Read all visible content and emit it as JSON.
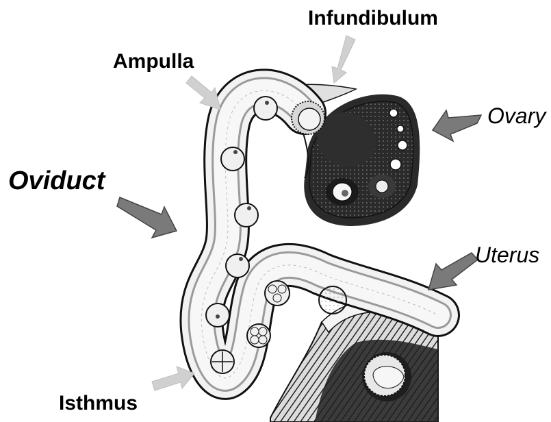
{
  "labels": {
    "infundibulum": "Infundibulum",
    "ampulla": "Ampulla",
    "ovary": "Ovary",
    "oviduct": "Oviduct",
    "uterus": "Uterus",
    "isthmus": "Isthmus"
  },
  "colors": {
    "light_arrow": "#d0d0d0",
    "dark_arrow": "#7a7a7a",
    "ink": "#111111",
    "tissue_fill": "#f1f1f1",
    "ovary_fill": "#e6e6e6"
  },
  "icons": {
    "arrow": "arrow-icon",
    "egg_cell": "egg-cell-icon"
  }
}
